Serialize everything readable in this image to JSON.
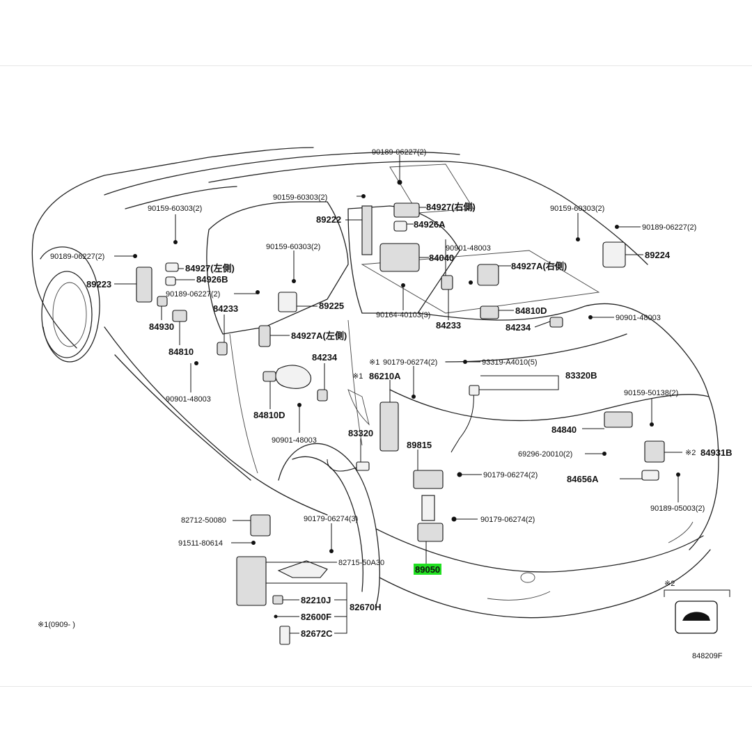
{
  "diagram": {
    "labels": [
      {
        "id": "l01",
        "text": "90189-06227(2)"
      },
      {
        "id": "l02",
        "text": "90159-60303(2)"
      },
      {
        "id": "l03",
        "text": "84927(右側)"
      },
      {
        "id": "l04",
        "text": "89222"
      },
      {
        "id": "l05",
        "text": "84926A"
      },
      {
        "id": "l06",
        "text": "90901-48003"
      },
      {
        "id": "l07",
        "text": "84040"
      },
      {
        "id": "l08",
        "text": "84927A(右側)"
      },
      {
        "id": "l09",
        "text": "90159-60303(2)"
      },
      {
        "id": "l10",
        "text": "90189-06227(2)"
      },
      {
        "id": "l11",
        "text": "89224"
      },
      {
        "id": "l12",
        "text": "90159-60303(2)"
      },
      {
        "id": "l13",
        "text": "90189-06227(2)"
      },
      {
        "id": "l14",
        "text": "89223"
      },
      {
        "id": "l15",
        "text": "84927(左側)"
      },
      {
        "id": "l16",
        "text": "84926B"
      },
      {
        "id": "l17",
        "text": "90159-60303(2)"
      },
      {
        "id": "l18",
        "text": "90189-06227(2)"
      },
      {
        "id": "l19",
        "text": "89225"
      },
      {
        "id": "l20",
        "text": "84233"
      },
      {
        "id": "l21",
        "text": "90164-40103(3)"
      },
      {
        "id": "l22",
        "text": "84233"
      },
      {
        "id": "l23",
        "text": "84810D"
      },
      {
        "id": "l24",
        "text": "84234"
      },
      {
        "id": "l25",
        "text": "90901-48003"
      },
      {
        "id": "l26",
        "text": "84930"
      },
      {
        "id": "l27",
        "text": "84810"
      },
      {
        "id": "l28",
        "text": "84927A(左側)"
      },
      {
        "id": "l29",
        "text": "84234"
      },
      {
        "id": "l30",
        "text": "※1"
      },
      {
        "id": "l31",
        "text": "90179-06274(2)"
      },
      {
        "id": "l32",
        "text": "93319-A4010(5)"
      },
      {
        "id": "l33",
        "text": "※1"
      },
      {
        "id": "l34",
        "text": "86210A"
      },
      {
        "id": "l35",
        "text": "83320B"
      },
      {
        "id": "l36",
        "text": "90901-48003"
      },
      {
        "id": "l37",
        "text": "90159-50138(2)"
      },
      {
        "id": "l38",
        "text": "84810D"
      },
      {
        "id": "l39",
        "text": "83320"
      },
      {
        "id": "l40",
        "text": "84840"
      },
      {
        "id": "l41",
        "text": "90901-48003"
      },
      {
        "id": "l42",
        "text": "89815"
      },
      {
        "id": "l43",
        "text": "69296-20010(2)"
      },
      {
        "id": "l44",
        "text": "※2"
      },
      {
        "id": "l45",
        "text": "84931B"
      },
      {
        "id": "l46",
        "text": "90179-06274(2)"
      },
      {
        "id": "l47",
        "text": "84656A"
      },
      {
        "id": "l48",
        "text": "82712-50080"
      },
      {
        "id": "l49",
        "text": "90179-06274(3)"
      },
      {
        "id": "l50",
        "text": "90179-06274(2)"
      },
      {
        "id": "l51",
        "text": "90189-05003(2)"
      },
      {
        "id": "l52",
        "text": "91511-80614"
      },
      {
        "id": "l53",
        "text": "82715-50A30"
      },
      {
        "id": "l54",
        "text": "89050"
      },
      {
        "id": "l55",
        "text": "82210J"
      },
      {
        "id": "l56",
        "text": "82670H"
      },
      {
        "id": "l57",
        "text": "82600F"
      },
      {
        "id": "l58",
        "text": "82672C"
      },
      {
        "id": "l59",
        "text": "※1(0909-   )"
      },
      {
        "id": "l60",
        "text": "※2"
      },
      {
        "id": "l61",
        "text": "848209F"
      }
    ],
    "highlight_color": "#21e021"
  }
}
